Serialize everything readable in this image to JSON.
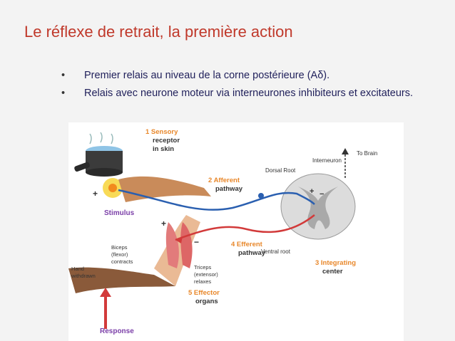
{
  "slide": {
    "title": "Le réflexe de retrait, la première action",
    "bullets": [
      "Premier relais au niveau de la corne postérieure (Aδ).",
      "Relais avec neurone moteur via interneurones inhibiteurs et excitateurs."
    ],
    "bullet_glyph": "•"
  },
  "figure": {
    "labels": {
      "sensory_num": "1 Sensory",
      "sensory_l2": "receptor",
      "sensory_l3": "in skin",
      "afferent_num": "2 Afferent",
      "afferent_l2": "pathway",
      "efferent_num": "4 Efferent",
      "efferent_l2": "pathway",
      "integrating_num": "3 Integrating",
      "integrating_l2": "center",
      "effector_num": "5 Effector",
      "effector_l2": "organs",
      "stimulus": "Stimulus",
      "response": "Response",
      "dorsal_root": "Dorsal Root",
      "ventral_root": "Ventral root",
      "interneuron": "Interneuron",
      "to_brain": "To Brain",
      "biceps_l1": "Biceps",
      "biceps_l2": "(flexor)",
      "biceps_l3": "contracts",
      "triceps_l1": "Triceps",
      "triceps_l2": "(extensor)",
      "triceps_l3": "relaxes",
      "hand_l1": "Hand",
      "hand_l2": "withdrawn",
      "plus": "+",
      "minus": "−"
    },
    "colors": {
      "title": "#c0392b",
      "label_orange": "#e8872a",
      "stimulus_purple": "#7b3fa8",
      "afferent_blue": "#2a5fb0",
      "efferent_red": "#d23a3a",
      "skin": "#c98b5a",
      "cord": "#d8d8d8"
    }
  }
}
